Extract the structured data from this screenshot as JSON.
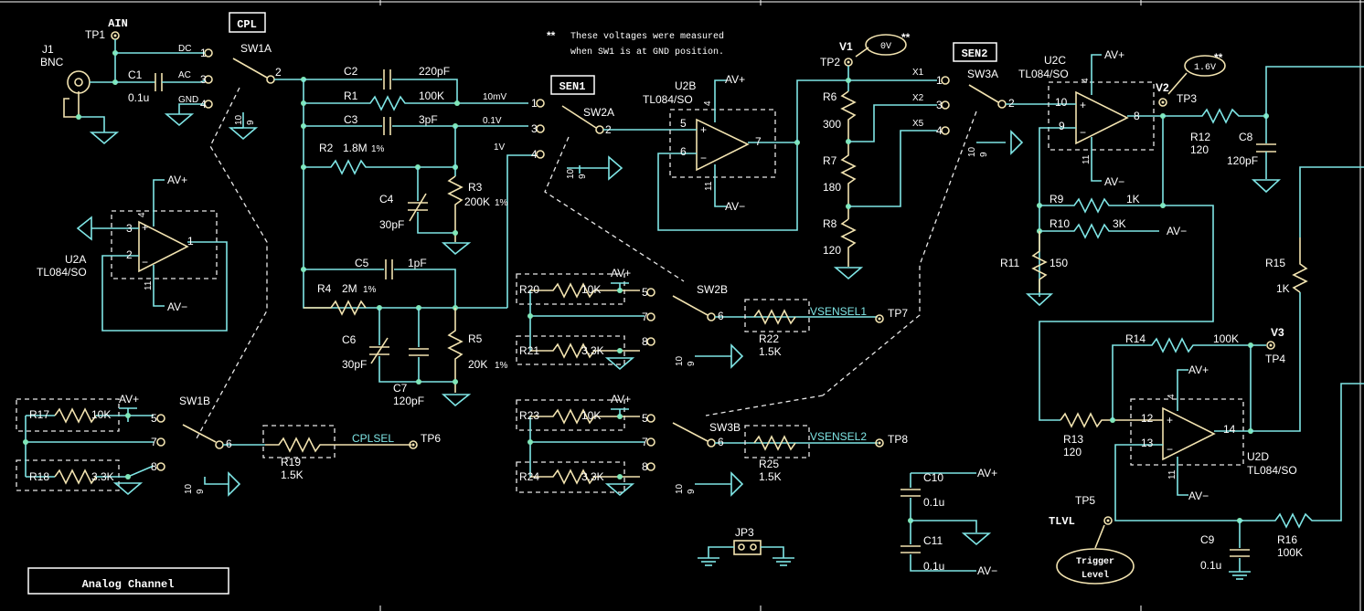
{
  "title": "Analog Channel",
  "note": {
    "marker": "**",
    "line1": "These voltages were measured",
    "line2": "when SW1 is at GND position."
  },
  "section_boxes": {
    "cpl": "CPL",
    "sen1": "SEN1",
    "sen2": "SEN2"
  },
  "net_flags": {
    "ain": "AIN",
    "v1": "V1",
    "v2": "V2",
    "v3": "V3",
    "tlvl": "TLVL",
    "cplsel": "CPLSEL",
    "vsensel1": "VSENSEL1",
    "vsensel2": "VSENSEL2",
    "avp": "AV+",
    "avm": "AV−"
  },
  "measured": {
    "v1": "0V",
    "v2": "1.6V",
    "marker": "**"
  },
  "trigger_bubble": {
    "line1": "Trigger",
    "line2": "Level"
  },
  "labels": {
    "j1": "J1",
    "bnc": "BNC",
    "tp1": "TP1",
    "tp2": "TP2",
    "tp3": "TP3",
    "tp4": "TP4",
    "tp5": "TP5",
    "tp6": "TP6",
    "tp7": "TP7",
    "tp8": "TP8",
    "c1": "C1",
    "c1v": "0.1u",
    "dc": "DC",
    "ac": "AC",
    "gnd": "GND",
    "sw1a": "SW1A",
    "sw1b": "SW1B",
    "sw2a": "SW2A",
    "sw2b": "SW2B",
    "sw3a": "SW3A",
    "sw3b": "SW3B",
    "c2": "C2",
    "c2v": "220pF",
    "r1": "R1",
    "r1v": "100K",
    "c3": "C3",
    "c3v": "3pF",
    "r2": "R2",
    "r2v": "1.8M",
    "pct": "1%",
    "r3": "R3",
    "r3v": "200K",
    "c4": "C4",
    "c4v": "30pF",
    "c5": "C5",
    "c5v": "1pF",
    "r4": "R4",
    "r4v": "2M",
    "c6": "C6",
    "c6v": "30pF",
    "c7": "C7",
    "c7v": "120pF",
    "r5": "R5",
    "r5v": "20K",
    "mv10": "10mV",
    "v01": "0.1V",
    "v1v": "1V",
    "u2a": "U2A",
    "u2b": "U2B",
    "u2c": "U2C",
    "u2d": "U2D",
    "tl084": "TL084/SO",
    "r6": "R6",
    "r6v": "300",
    "r7": "R7",
    "r7v": "180",
    "r8": "R8",
    "r8v": "120",
    "x1": "X1",
    "x2": "X2",
    "x5": "X5",
    "r9": "R9",
    "r9v": "1K",
    "r10": "R10",
    "r10v": "3K",
    "r11": "R11",
    "r11v": "150",
    "r12": "R12",
    "r12v": "120",
    "c8": "C8",
    "c8v": "120pF",
    "r13": "R13",
    "r13v": "120",
    "r14": "R14",
    "r14v": "100K",
    "r15": "R15",
    "r15v": "1K",
    "r16": "R16",
    "r16v": "100K",
    "c9": "C9",
    "c9v": "0.1u",
    "c10": "C10",
    "c10v": "0.1u",
    "c11": "C11",
    "c11v": "0.1u",
    "jp3": "JP3",
    "r17": "R17",
    "r17v": "10K",
    "r18": "R18",
    "r18v": "3.3K",
    "r19": "R19",
    "r19v": "1.5K",
    "r20": "R20",
    "r20v": "10K",
    "r21": "R21",
    "r21v": "3.3K",
    "r22": "R22",
    "r22v": "1.5K",
    "r23": "R23",
    "r23v": "10K",
    "r24": "R24",
    "r24v": "3.3K",
    "r25": "R25",
    "r25v": "1.5K",
    "pin1": "1",
    "pin2": "2",
    "pin3": "3",
    "pin4": "4",
    "pin5": "5",
    "pin6": "6",
    "pin7": "7",
    "pin8": "8",
    "pin9": "9",
    "pin10": "10",
    "pin11": "11",
    "pin12": "12",
    "pin13": "13",
    "pin14": "14",
    "plus": "+",
    "minus": "−"
  },
  "colors": {
    "wire": "#7fe6e6",
    "part": "#f2e3b0",
    "node": "#7fe6b8",
    "text": "#ffffff",
    "background": "#000000"
  }
}
